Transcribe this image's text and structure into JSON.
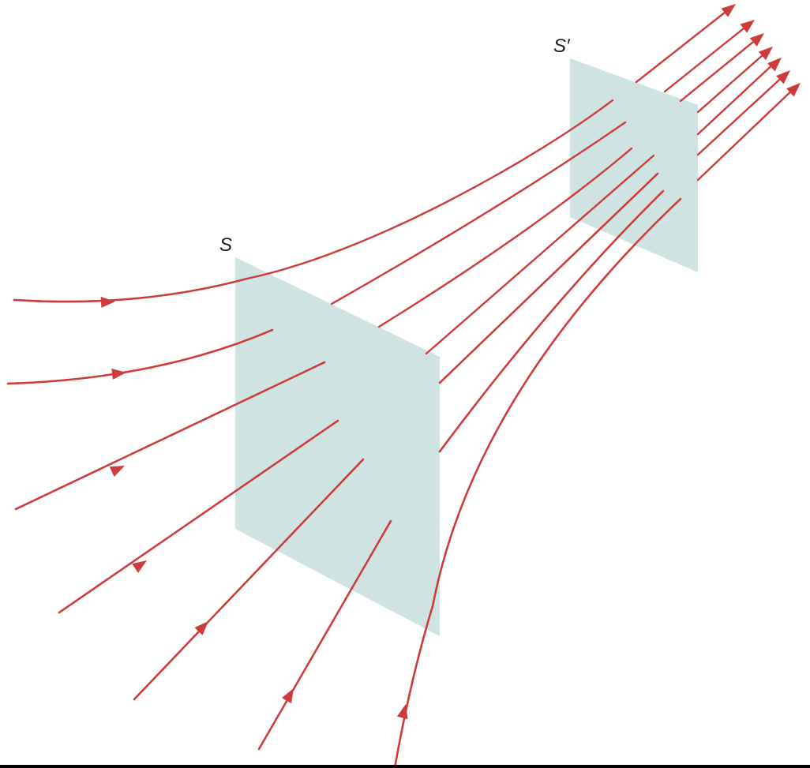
{
  "surfaces": {
    "near_label": "S",
    "far_label": "S′"
  },
  "colors": {
    "field_line": "#cf3a3a",
    "surface_fill": "#cfe3e3",
    "label": "#1a1a1a",
    "bottom_border": "#000000"
  },
  "field_lines": {
    "count": 7,
    "arrow_style": "filled-triangle"
  }
}
